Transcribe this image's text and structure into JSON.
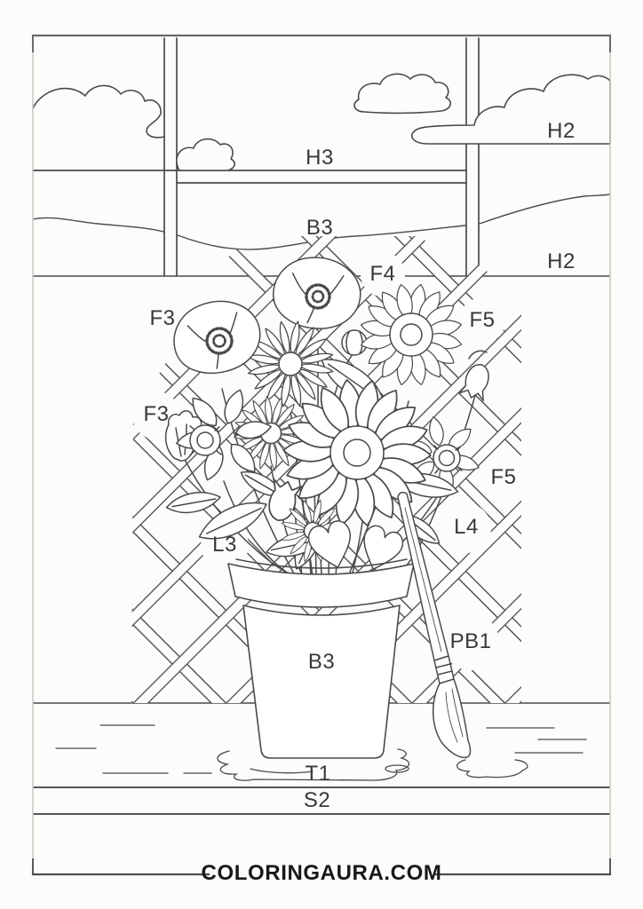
{
  "colors": {
    "ink": "#4a4a4a",
    "label_text": "#383838",
    "footer_text": "#181818",
    "frame_side": "#cbc8c3",
    "frame_dark": "#5a5a5a",
    "paper": "#fdfcfa"
  },
  "labels": {
    "h3": "H3",
    "h2_sky": "H2",
    "b3_sky": "B3",
    "h2_hills": "H2",
    "f4": "F4",
    "f3_upper": "F3",
    "f5_upper": "F5",
    "f3_lower": "F3",
    "f5_lower": "F5",
    "l3": "L3",
    "l4": "L4",
    "pb1": "PB1",
    "b3_pot": "B3",
    "t1": "T1",
    "s2": "S2"
  },
  "footer": {
    "site": "COLORINGAURA.COM"
  }
}
